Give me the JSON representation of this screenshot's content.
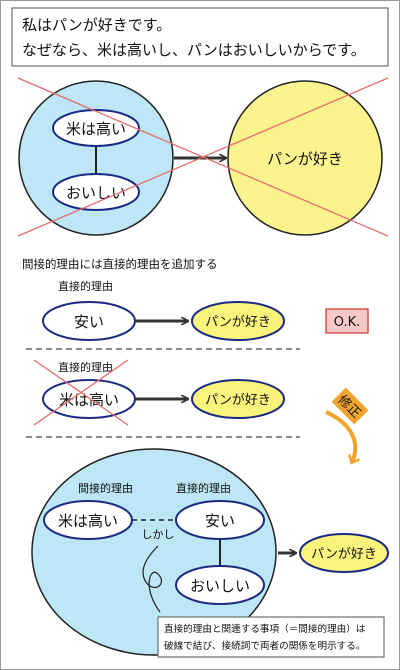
{
  "intro": {
    "line1": "私はパンが好きです。",
    "line2": "なぜなら、米は高いし、パンはおいしいからです。"
  },
  "top_diagram": {
    "node_rice_expensive": "米は高い",
    "node_tasty": "おいしい",
    "node_like_bread": "パンが好き"
  },
  "section_heading": "間接的理由には直接的理由を追加する",
  "example_ok": {
    "label": "直接的理由",
    "node_cheap": "安い",
    "node_like_bread": "パンが好き",
    "badge": "O.K."
  },
  "example_ng": {
    "label": "直接的理由",
    "node_rice_expensive": "米は高い",
    "node_like_bread": "パンが好き"
  },
  "fix_tag": "修正",
  "fixed_diagram": {
    "label_indirect": "間接的理由",
    "label_direct": "直接的理由",
    "node_rice_expensive": "米は高い",
    "connector": "しかし",
    "node_cheap": "安い",
    "node_tasty": "おいしい",
    "node_like_bread": "パンが好き"
  },
  "note": {
    "line1": "直接的理由と関連する事項（＝間接的理由）は",
    "line2": "破線で結び、接続詞で両者の関係を明示する。"
  },
  "colors": {
    "circle_blue": "#bde6f6",
    "oval_yellow": "#f8f47c",
    "circle_yellow": "#fbf38e",
    "cross_red": "#e86b6b",
    "oval_border": "#1c2a82",
    "badge_fill": "#f8c9c9",
    "badge_border": "#d23030",
    "fix_orange": "#f2a42f"
  }
}
